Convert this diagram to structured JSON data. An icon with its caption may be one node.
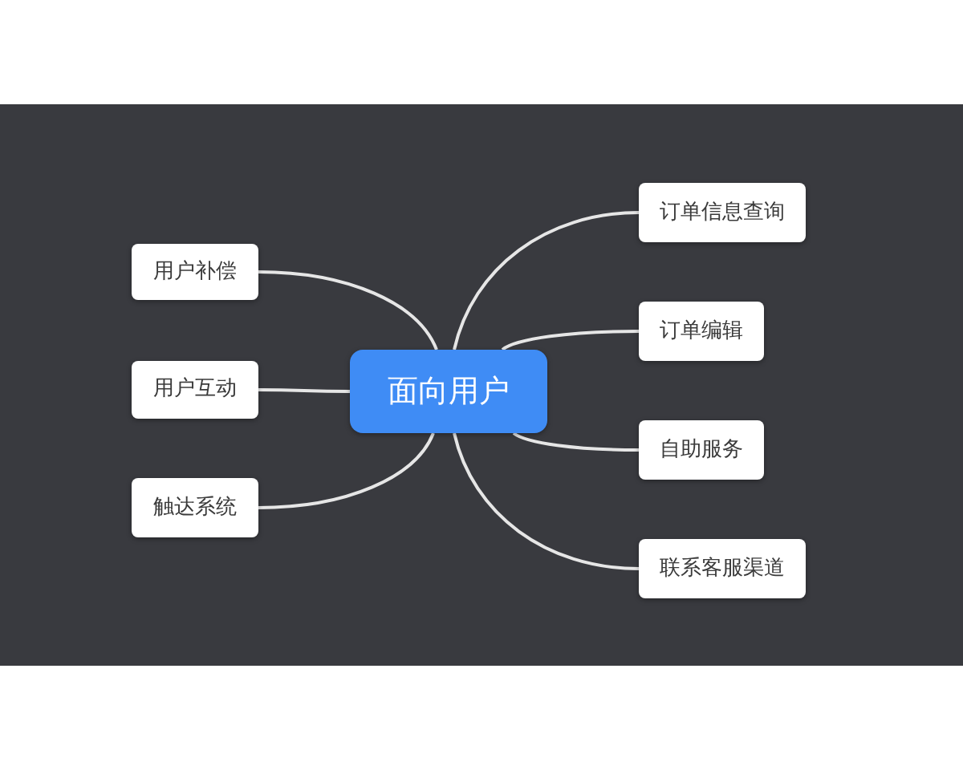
{
  "diagram": {
    "nodes": [
      {
        "text": [
          "面向用户"
        ]
      },
      {
        "text": [
          "用户补偿"
        ]
      },
      {
        "text": [
          "用户互动"
        ]
      },
      {
        "text": [
          "触达系统"
        ]
      },
      {
        "text": [
          "订单信息查询"
        ]
      },
      {
        "text": [
          "订单编辑"
        ]
      },
      {
        "text": [
          "自助服务"
        ]
      },
      {
        "text": [
          "联系客服渠道"
        ]
      }
    ],
    "edges": [
      {
        "from": 0,
        "to": 1,
        "arrow": "none"
      },
      {
        "from": 0,
        "to": 2,
        "arrow": "none"
      },
      {
        "from": 0,
        "to": 3,
        "arrow": "none"
      },
      {
        "from": 0,
        "to": 4,
        "arrow": "none"
      },
      {
        "from": 0,
        "to": 5,
        "arrow": "none"
      },
      {
        "from": 0,
        "to": 6,
        "arrow": "none"
      },
      {
        "from": 0,
        "to": 7,
        "arrow": "none"
      }
    ]
  }
}
